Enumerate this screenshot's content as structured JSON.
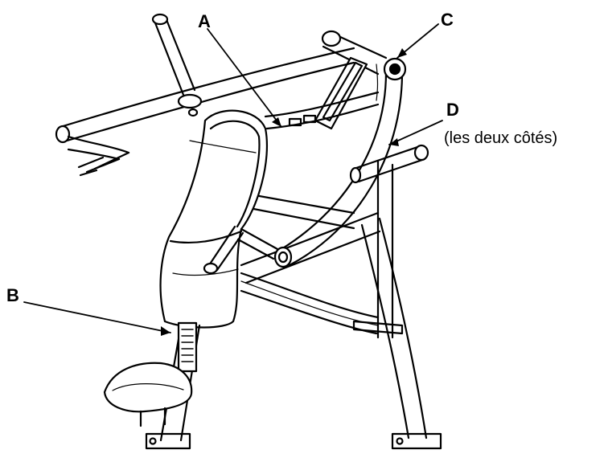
{
  "labels": {
    "a": "A",
    "b": "B",
    "c": "C",
    "d": "D",
    "d_note": "(les deux côtés)"
  },
  "colors": {
    "line": "#000000",
    "fill": "#ffffff",
    "background": "#ffffff"
  }
}
